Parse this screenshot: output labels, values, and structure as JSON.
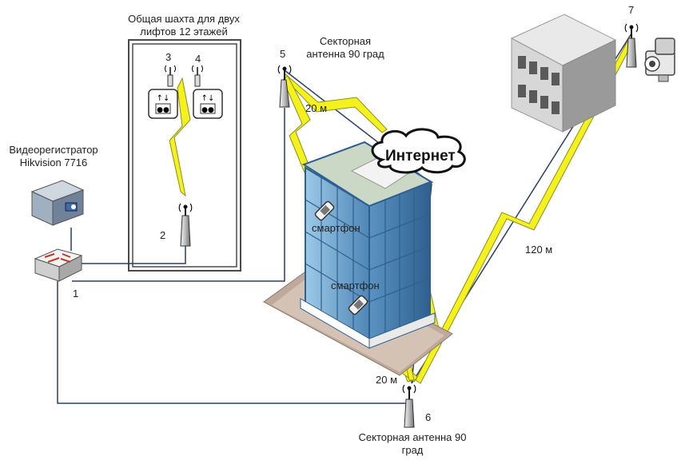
{
  "labels": {
    "shaft_title_line1": "Общая шахта для двух",
    "shaft_title_line2": "лифтов 12 этажей",
    "recorder_line1": "Видеорегистратор",
    "recorder_line2": "Hikvision 7716",
    "antenna5_line1": "Секторная",
    "antenna5_line2": "антенна 90 град",
    "antenna6_line1": "Секторная антенна 90",
    "antenna6_line2": "град",
    "internet": "Интернет",
    "smartphone1": "смартфон",
    "smartphone2": "смартфон",
    "dist_20m_top": "20 м",
    "dist_20m_bottom": "20 м",
    "dist_120m": "120 м"
  },
  "numbers": {
    "n1": "1",
    "n2": "2",
    "n3": "3",
    "n4": "4",
    "n5": "5",
    "n6": "6",
    "n7": "7"
  },
  "colors": {
    "line": "#2b3e63",
    "lightning": "#f5f11c",
    "lightning_edge": "#8a8f22",
    "building_glass": "#6aa6cf",
    "building_dark": "#2f5f8f",
    "base": "#bfa99a",
    "shaft_border": "#4a4a4a"
  },
  "icons": [
    "switch-icon",
    "recorder-icon",
    "antenna-icon",
    "elevator-icon",
    "smartphone-icon",
    "camera-icon",
    "cloud-icon",
    "office-building-icon",
    "lightning-icon"
  ]
}
